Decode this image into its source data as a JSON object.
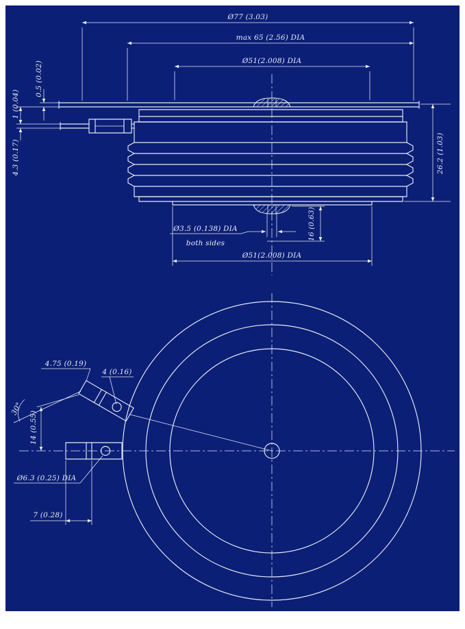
{
  "colors": {
    "canvas": "#0b1f76",
    "line": "#e8ebf5",
    "page": "#ffffff"
  },
  "section": {
    "overall_dia": "Ø77 (3.03)",
    "max_dia": "max 65 (2.56) DIA",
    "top_pole_dia": "Ø51(2.008) DIA",
    "flange_thickness": "0.5 (0.02)",
    "flange_gap": "1 (0.04)",
    "lead_thickness": "4.3 (0.17)",
    "overall_height": "26.2 (1.03)",
    "centre_hole": "Ø3.5 (0.138) DIA",
    "centre_hole_note": "both sides",
    "recess_depth": "16 (0.63)",
    "bottom_pole_dia": "Ø51(2.008) DIA"
  },
  "plan": {
    "lug_width": "4.75 (0.19)",
    "hole_width": "4 (0.16)",
    "lead_angle": "30°",
    "lead_spacing": "14 (0.55)",
    "terminal_dia": "Ø6.3 (0.25) DIA",
    "lug_offset": "7 (0.28)"
  }
}
